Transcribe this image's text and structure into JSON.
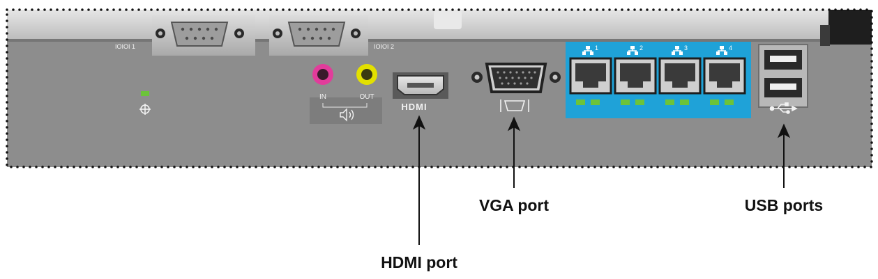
{
  "panel": {
    "serial_1": "IOIOI 1",
    "serial_2": "IOIOI 2",
    "audio_in": "IN",
    "audio_out": "OUT",
    "hdmi_logo": "HDMI",
    "network_ports": [
      "1",
      "2",
      "3",
      "4"
    ]
  },
  "callouts": {
    "hdmi": "HDMI port",
    "vga": "VGA port",
    "usb": "USB ports"
  },
  "colors": {
    "panel": "#8d8d8d",
    "panel_top": "#cfcfcf",
    "network_block": "#1fa2d8",
    "audio_in": "#e23c9b",
    "audio_out": "#e3e000",
    "led": "#6cc33a"
  },
  "icons": [
    "power-icon",
    "speaker-icon",
    "vga-icon",
    "usb-icon",
    "network-icon"
  ]
}
